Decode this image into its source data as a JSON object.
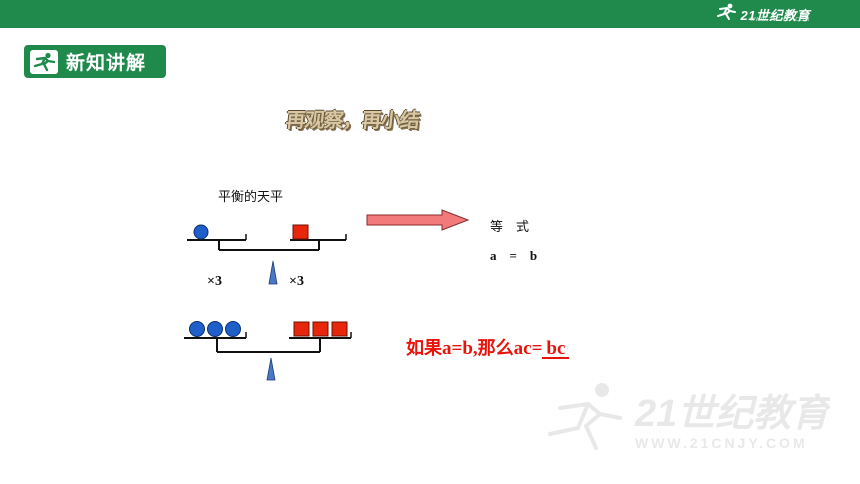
{
  "header": {
    "brand_text": "21世纪教育",
    "brand_sub": "WWW.21CNJY.COM"
  },
  "section": {
    "label": "新知讲解",
    "icon": "runner-icon"
  },
  "slide": {
    "title": "再观察，再小结",
    "scale_caption": "平衡的天平",
    "multiplier_left": "×3",
    "multiplier_right": "×3",
    "equation_title": "等　式",
    "equation": "a　=　b",
    "conclusion": {
      "prefix": "如果",
      "condition": "a=b,",
      "middle": "那么",
      "left": "ac=",
      "blank": "bc"
    }
  },
  "watermark": {
    "text": "21世纪教育",
    "url": "WWW.21CNJY.COM"
  },
  "colors": {
    "brand_green": "#1f8a4c",
    "circle_blue": "#1f5fc9",
    "square_red": "#e8260c",
    "arrow_pink": "#f27a7a",
    "conclusion_red": "#e8140c",
    "fulcrum_blue": "#4a78c4"
  }
}
